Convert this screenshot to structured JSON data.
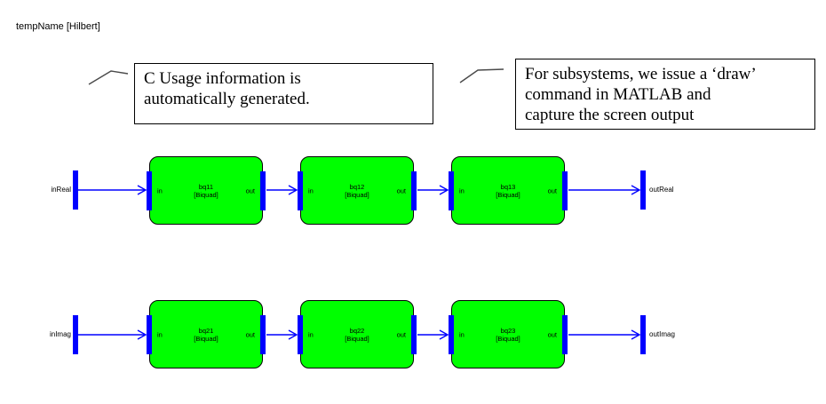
{
  "window": {
    "title": "tempName [Hilbert]"
  },
  "colors": {
    "block_fill": "#00ff00",
    "signal_line": "#0000ff",
    "port_bar": "#0000ff",
    "annotation_border": "#000000",
    "background": "#ffffff"
  },
  "annotations": {
    "callout1": {
      "lines": [
        "C Usage information is",
        "automatically generated."
      ]
    },
    "callout2": {
      "lines": [
        "For subsystems, we issue a ‘draw’",
        "command in MATLAB and",
        "capture the screen output"
      ]
    }
  },
  "diagram": {
    "rows": [
      {
        "input_label": "inReal",
        "output_label": "outReal",
        "blocks": [
          {
            "name": "bq11",
            "type": "[Biquad]",
            "in_port": "in",
            "out_port": "out"
          },
          {
            "name": "bq12",
            "type": "[Biquad]",
            "in_port": "in",
            "out_port": "out"
          },
          {
            "name": "bq13",
            "type": "[Biquad]",
            "in_port": "in",
            "out_port": "out"
          }
        ]
      },
      {
        "input_label": "inImag",
        "output_label": "outImag",
        "blocks": [
          {
            "name": "bq21",
            "type": "[Biquad]",
            "in_port": "in",
            "out_port": "out"
          },
          {
            "name": "bq22",
            "type": "[Biquad]",
            "in_port": "in",
            "out_port": "out"
          },
          {
            "name": "bq23",
            "type": "[Biquad]",
            "in_port": "in",
            "out_port": "out"
          }
        ]
      }
    ]
  }
}
